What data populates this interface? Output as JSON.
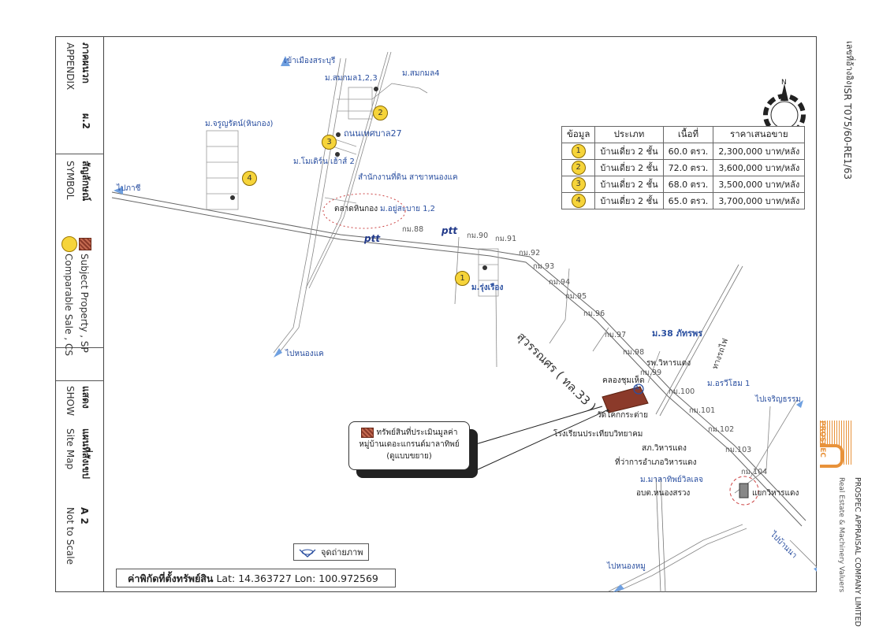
{
  "sidebar": {
    "appendix_th": "ภาคผนวก",
    "appendix_en": "APPENDIX",
    "appendix_no": "ผ.2",
    "symbol_th": "สัญลักษณ์",
    "symbol_en": "SYMBOL",
    "subject_label": "Subject  Property , SP",
    "comparable_label": "Comparable  Sale , CS",
    "show_th": "แสดง",
    "show_en": "SHOW",
    "sitemap_th": "แผนที่สังเขป",
    "sitemap_en": "Site  Map",
    "sheet": "A 2",
    "scale": "Not to Scale"
  },
  "doc_ref": {
    "label": "เลขที่อ้างอิง",
    "value": "ISR T075/60-RE1/63"
  },
  "company": {
    "brand": "PROSPEC",
    "name": "PROSPEC APPRAISAL COMPANY LIMITED",
    "tagline": "Real Estate & Machinery Valuers",
    "brand_color": "#e8923a"
  },
  "compass": {
    "label": "N"
  },
  "comparables_table": {
    "headers": [
      "ข้อมูล",
      "ประเภท",
      "เนื้อที่",
      "ราคาเสนอขาย"
    ],
    "rows": [
      {
        "id": "1",
        "type": "บ้านเดี่ยว 2 ชั้น",
        "area": "60.0 ตรว.",
        "price": "2,300,000 บาท/หลัง"
      },
      {
        "id": "2",
        "type": "บ้านเดี่ยว 2 ชั้น",
        "area": "72.0 ตรว.",
        "price": "3,600,000 บาท/หลัง"
      },
      {
        "id": "3",
        "type": "บ้านเดี่ยว 2 ชั้น",
        "area": "68.0 ตรว.",
        "price": "3,500,000 บาท/หลัง"
      },
      {
        "id": "4",
        "type": "บ้านเดี่ยว 2 ชั้น",
        "area": "65.0 ตรว.",
        "price": "3,700,000 บาท/หลัง"
      }
    ]
  },
  "map": {
    "road_name": "สุวรรณศร ( ทล.33 )",
    "railway": "ทางรถไฟ",
    "labels": {
      "to_saraburi": "เข้าเมืองสระบุรี",
      "m_somkamol123": "ม.สมกมล1,2,3",
      "m_somkamol4": "ม.สมกมล4",
      "m_jarunrat": "ม.จรูญรัตน์(หินกอง)",
      "tesaban27": "ถนนเทศบาล27",
      "m_modern_home2": "ม.โมเดิร์น เฮ้าส์ 2",
      "land_office": "สำนักงานที่ดิน สาขาหนองแค",
      "to_kari": "ไปภาชี",
      "market": "ตลาดหินกอง",
      "m_yoosabai": "ม.อยู่สะบาย 1,2",
      "ptt1": "ptt",
      "ptt2": "ptt",
      "m_rungruang": "ม.รุ่งเรือง",
      "to_nongkhae": "ไปหนองแค",
      "m38": "ม.38 ภัทรพร",
      "hospital": "รพ.วิหารแดง",
      "canal": "คลองชุมเห็ด",
      "m_arawan": "ม.อรวีโฮม 1",
      "to_charoentham": "ไปเจริญธรรม",
      "temple": "วัดโคกกระต่าย",
      "school": "โรงเรียนประเทียบวิทยาคม",
      "police": "สภ.วิหารแดง",
      "district_office": "ที่ว่าการอำเภอวิหารแดง",
      "m_malathip": "ม.มาลาทิพย์วิลเลจ",
      "sao": "อบต.หนองสรวง",
      "junction": "แยกวิหารแดง",
      "to_ban_na": "ไปบ้านนา",
      "to_nongmu": "ไปหนองหมู"
    },
    "km_markers": [
      "กม.88",
      "กม.90",
      "กม.91",
      "กม.92",
      "กม.93",
      "กม.94",
      "กม.95",
      "กม.96",
      "กม.97",
      "กม.98",
      "กม.99",
      "กม.100",
      "กม.101",
      "กม.102",
      "กม.103",
      "กม.104"
    ],
    "photo_point": "A"
  },
  "callout": {
    "line1": "ทรัพย์สินที่ประเมินมูลค่า",
    "line2": "หมู่บ้านเดอะแกรนด์มาลาทิพย์",
    "line3": "(ดูแบบขยาย)"
  },
  "photo_key": {
    "label": "จุดถ่ายภาพ"
  },
  "coordinates": {
    "label": "ค่าพิกัดที่ตั้งทรัพย์สิน",
    "lat_label": "Lat:",
    "lat": "14.363727",
    "lon_label": "Lon:",
    "lon": "100.972569"
  },
  "colors": {
    "marker_fill": "#f6d43a",
    "subject_fill": "#8b3a2a",
    "label_blue": "#2a4fa0"
  }
}
